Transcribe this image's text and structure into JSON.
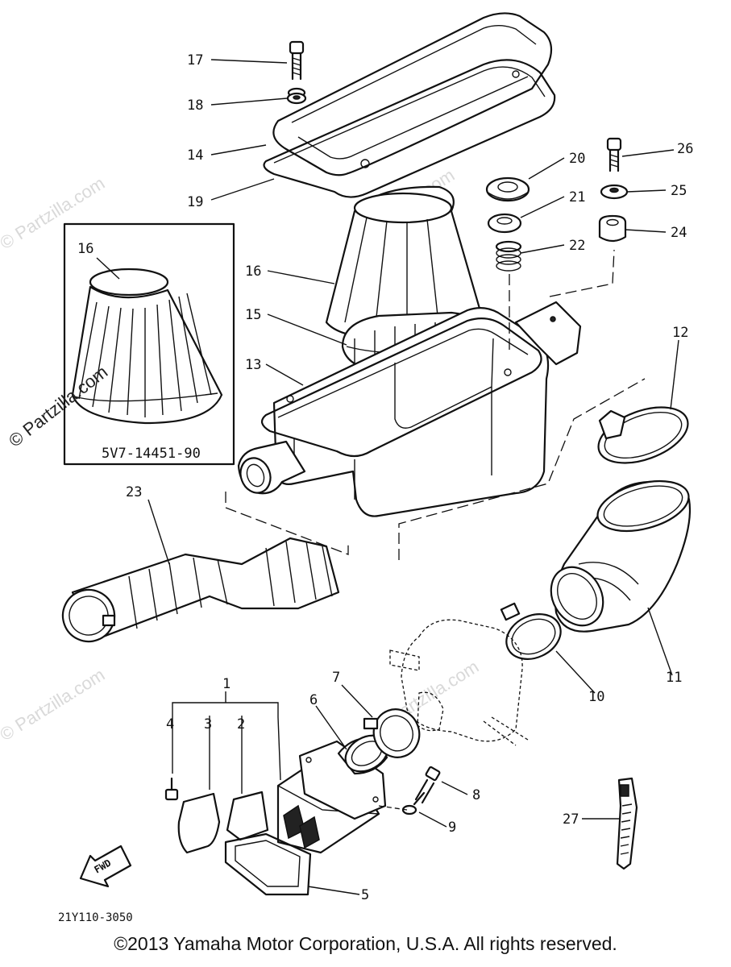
{
  "diagram": {
    "callouts": [
      {
        "id": "17",
        "label": "17"
      },
      {
        "id": "18",
        "label": "18"
      },
      {
        "id": "14",
        "label": "14"
      },
      {
        "id": "19",
        "label": "19"
      },
      {
        "id": "20",
        "label": "20"
      },
      {
        "id": "21",
        "label": "21"
      },
      {
        "id": "22",
        "label": "22"
      },
      {
        "id": "26",
        "label": "26"
      },
      {
        "id": "25",
        "label": "25"
      },
      {
        "id": "24",
        "label": "24"
      },
      {
        "id": "16a",
        "label": "16"
      },
      {
        "id": "16b",
        "label": "16"
      },
      {
        "id": "15",
        "label": "15"
      },
      {
        "id": "13",
        "label": "13"
      },
      {
        "id": "12",
        "label": "12"
      },
      {
        "id": "23",
        "label": "23"
      },
      {
        "id": "11",
        "label": "11"
      },
      {
        "id": "10",
        "label": "10"
      },
      {
        "id": "1",
        "label": "1"
      },
      {
        "id": "7",
        "label": "7"
      },
      {
        "id": "6",
        "label": "6"
      },
      {
        "id": "4",
        "label": "4"
      },
      {
        "id": "3",
        "label": "3"
      },
      {
        "id": "2",
        "label": "2"
      },
      {
        "id": "8",
        "label": "8"
      },
      {
        "id": "27",
        "label": "27"
      },
      {
        "id": "9",
        "label": "9"
      },
      {
        "id": "5",
        "label": "5"
      }
    ],
    "inset_part_number": "5V7-14451-90",
    "diagram_code": "21Y110-3050",
    "fwd_label": "FWD"
  },
  "watermarks": {
    "text": "© Partzilla.com"
  },
  "copyright": "©2013 Yamaha Motor Corporation, U.S.A. All rights reserved."
}
